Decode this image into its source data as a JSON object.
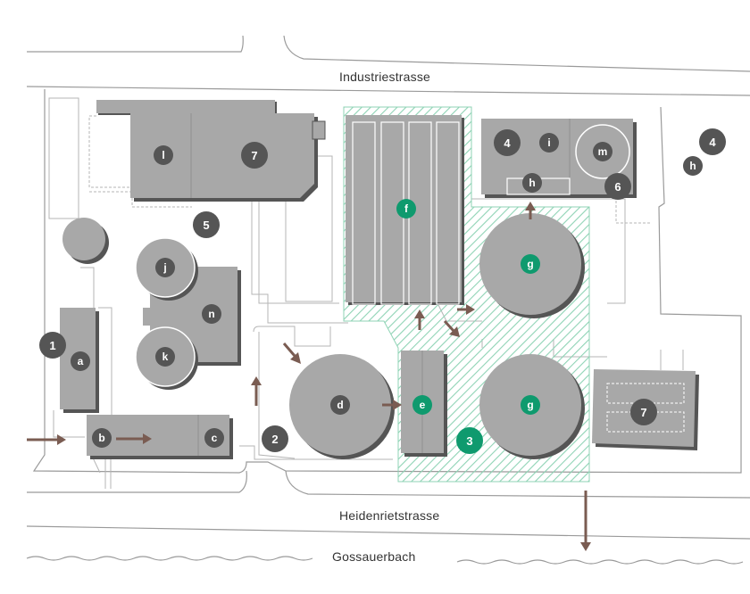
{
  "streets": {
    "north": "Industriestrasse",
    "south": "Heidenrietstrasse",
    "creek": "Gossauerbach"
  },
  "colors": {
    "building": "#a8a8a8",
    "shadow": "#555555",
    "badge_dark": "#555555",
    "badge_green": "#0f9a6e",
    "arrow": "#7a5c52",
    "outline": "#9a9a9a",
    "hatch": "#8fd3b5"
  },
  "zones": {
    "z1": "1",
    "z2": "2",
    "z3": "3",
    "z4": "4",
    "z4b": "4",
    "z5": "5",
    "z6": "6",
    "z7": "7",
    "z7b": "7"
  },
  "units": {
    "a": "a",
    "b": "b",
    "c": "c",
    "d": "d",
    "e": "e",
    "f": "f",
    "g1": "g",
    "g2": "g",
    "h": "h",
    "hb": "h",
    "i": "i",
    "j": "j",
    "k": "k",
    "l": "l",
    "m": "m",
    "n": "n"
  }
}
